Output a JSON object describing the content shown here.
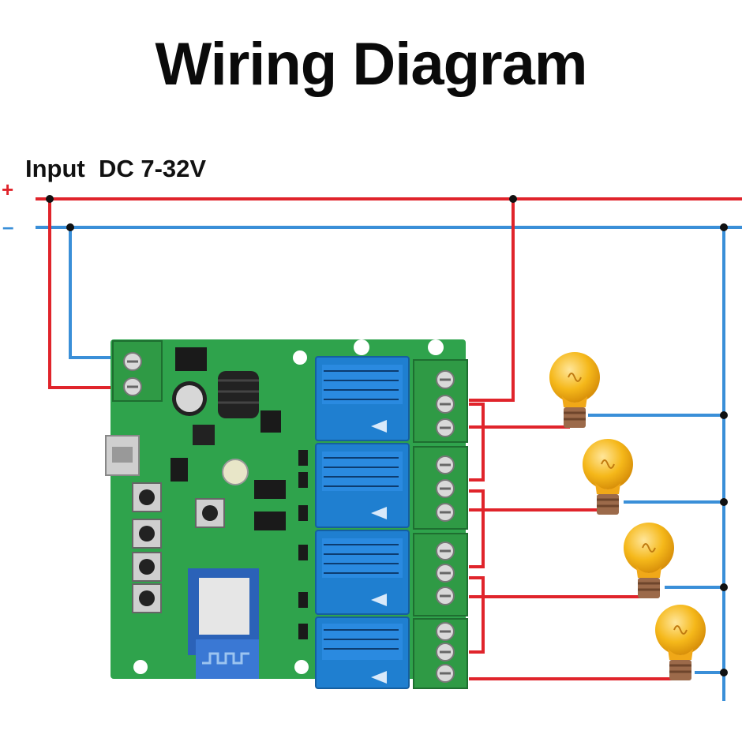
{
  "title": "Wiring Diagram",
  "input_label": "Input  DC 7-32V",
  "positive_symbol": "+",
  "negative_symbol": "–",
  "colors": {
    "positive_wire": "#e0242b",
    "negative_wire": "#3a8fd8",
    "pcb": "#2fa34c",
    "relay": "#1f7fd0",
    "terminal": "#2f9a45",
    "bulb": "#f5b81a"
  },
  "relay_count": 4,
  "lamp_count": 4
}
